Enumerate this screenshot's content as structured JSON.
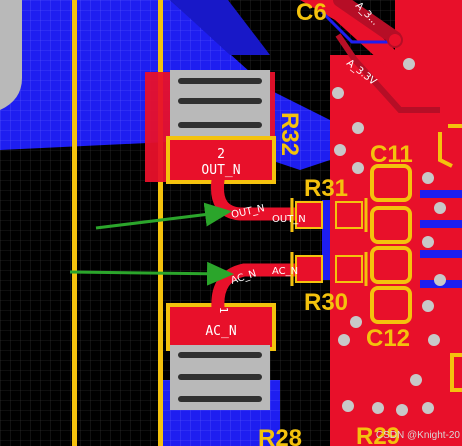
{
  "colors": {
    "background": "#000000",
    "grid": "#3c3c3c",
    "bottom_copper": "#1e1ef0",
    "top_copper": "#e8102a",
    "top_copper_dark": "#b60e26",
    "silkscreen": "#f4c20d",
    "pad_grey": "#b9b9b9",
    "via": "#c8c8c8",
    "arrow": "#2ba52b",
    "label_text": "#ffffff"
  },
  "designators": {
    "c6": "C6",
    "r32": "R32",
    "r31": "R31",
    "c11": "C11",
    "r30": "R30",
    "c12": "C12",
    "r28": "R28",
    "r29": "R29"
  },
  "pads": {
    "upper_pad_number": "2",
    "upper_pad_net": "OUT_N",
    "lower_pad_number": "1",
    "lower_pad_net": "AC_N"
  },
  "nets": {
    "out_n_track_1": "OUT_N",
    "out_n_track_2": "OUT_N",
    "ac_n_track_1": "AC_N",
    "ac_n_track_2": "AC_N",
    "a33v_label": "A_3.3V",
    "top_net_label": "A_3..."
  },
  "watermark": "CSDN @Knight-20"
}
